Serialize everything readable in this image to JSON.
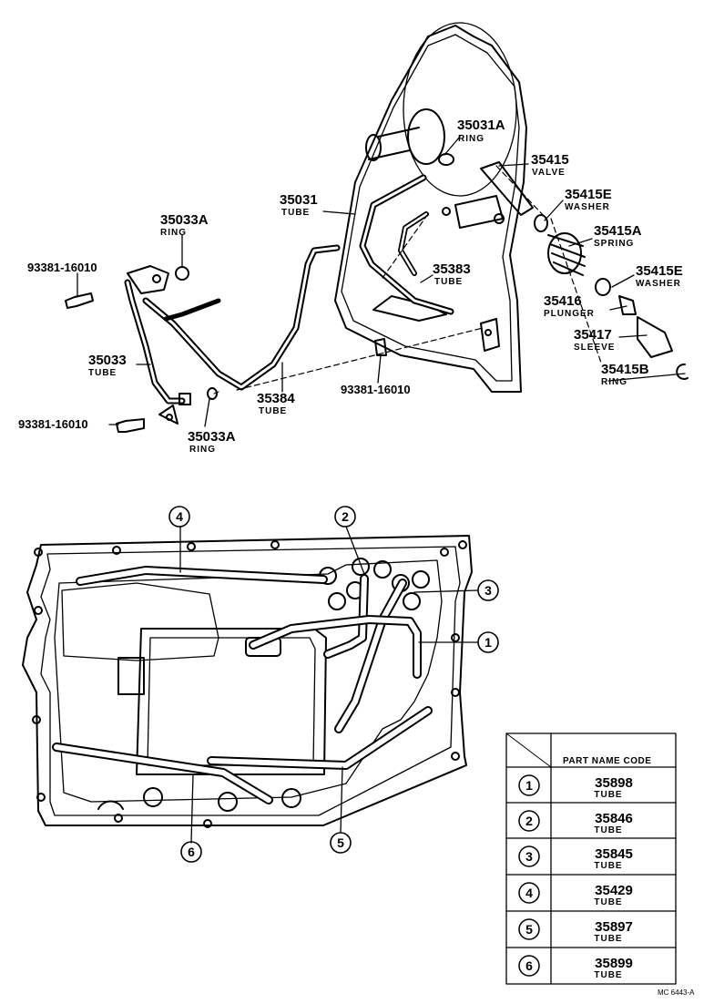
{
  "upper_labels": [
    {
      "number": "35031A",
      "name": "RING"
    },
    {
      "number": "35415",
      "name": "VALVE"
    },
    {
      "number": "35415E",
      "name": "WASHER"
    },
    {
      "number": "35415A",
      "name": "SPRING"
    },
    {
      "number": "35415E",
      "name": "WASHER"
    },
    {
      "number": "35416",
      "name": "PLUNGER"
    },
    {
      "number": "35417",
      "name": "SLEEVE"
    },
    {
      "number": "35415B",
      "name": "RING"
    },
    {
      "number": "35031",
      "name": "TUBE"
    },
    {
      "number": "35033A",
      "name": "RING"
    },
    {
      "number": "93381-16010",
      "name": ""
    },
    {
      "number": "35033",
      "name": "TUBE"
    },
    {
      "number": "93381-16010",
      "name": ""
    },
    {
      "number": "35384",
      "name": "TUBE"
    },
    {
      "number": "35033A",
      "name": "RING"
    },
    {
      "number": "35383",
      "name": "TUBE"
    },
    {
      "number": "93381-16010",
      "name": ""
    }
  ],
  "callouts": [
    "4",
    "2",
    "3",
    "1",
    "5",
    "6"
  ],
  "table": {
    "header": "PART NAME CODE",
    "rows": [
      {
        "circle": "1",
        "code": "35898",
        "name": "TUBE"
      },
      {
        "circle": "2",
        "code": "35846",
        "name": "TUBE"
      },
      {
        "circle": "3",
        "code": "35845",
        "name": "TUBE"
      },
      {
        "circle": "4",
        "code": "35429",
        "name": "TUBE"
      },
      {
        "circle": "5",
        "code": "35897",
        "name": "TUBE"
      },
      {
        "circle": "6",
        "code": "35899",
        "name": "TUBE"
      }
    ]
  },
  "figure_code": "MC 6443-A"
}
